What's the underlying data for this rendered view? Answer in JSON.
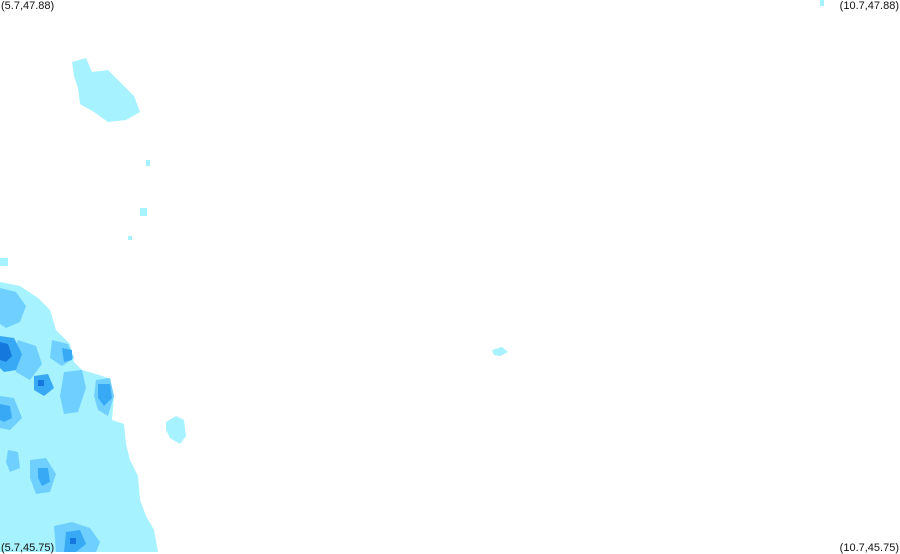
{
  "map": {
    "corners": {
      "top_left": "(5.7,47.88)",
      "top_right": "(10.7,47.88)",
      "bottom_left": "(5.7,45.75)",
      "bottom_right": "(10.7,45.75)"
    },
    "colors": {
      "background": "#ffffff",
      "light": "#a6f2ff",
      "medium": "#6fd0ff",
      "strong": "#38aaf5",
      "intense": "#1478dc"
    }
  }
}
